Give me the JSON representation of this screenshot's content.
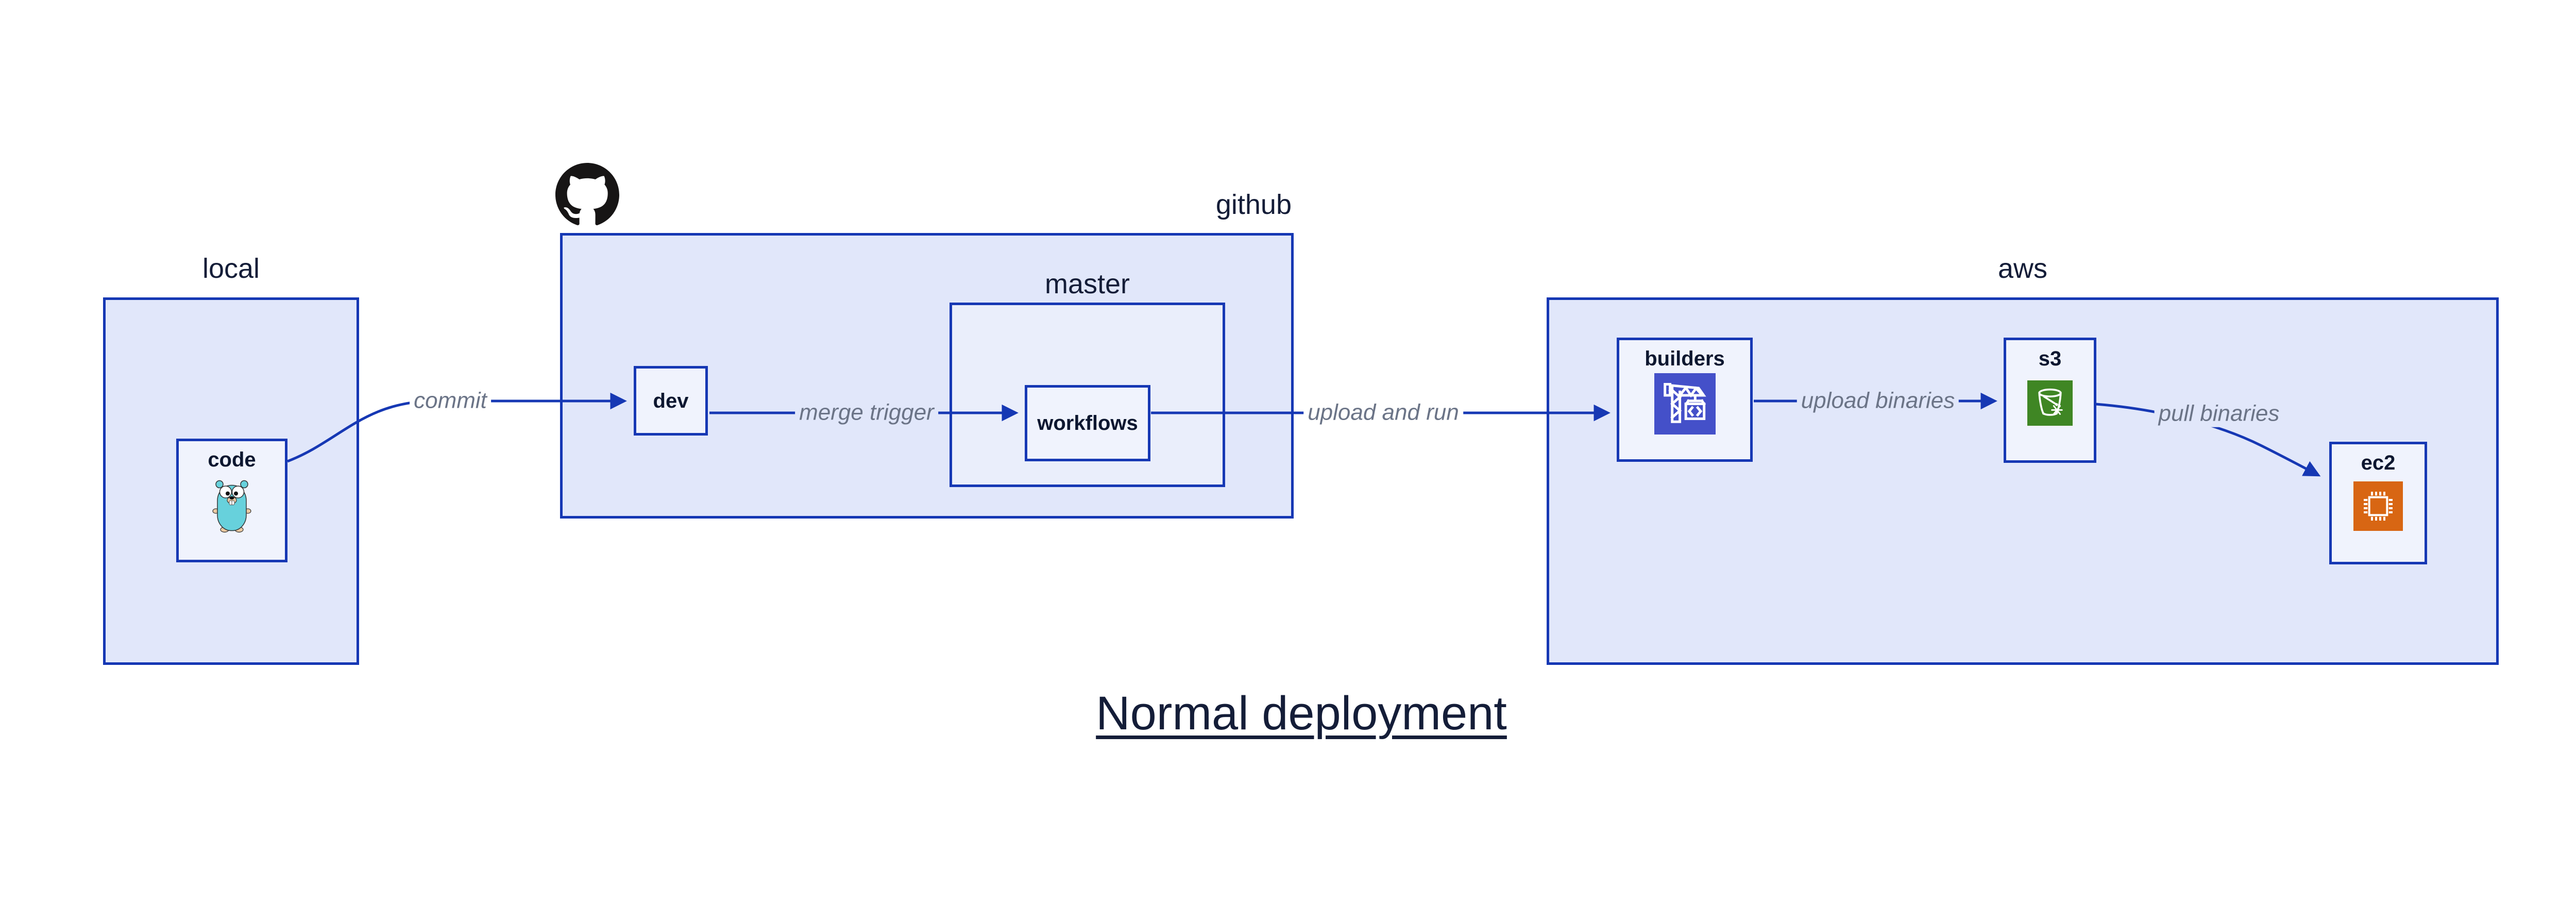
{
  "title": {
    "text": "Normal deployment"
  },
  "groups": {
    "local": {
      "label": "local",
      "nodes": {
        "code": {
          "label": "code",
          "icon": "go-gopher-mascot"
        }
      }
    },
    "github": {
      "label": "github",
      "logo_icon": "github-octocat",
      "nodes": {
        "dev": {
          "label": "dev"
        }
      },
      "subgroups": {
        "master": {
          "label": "master",
          "nodes": {
            "workflows": {
              "label": "workflows"
            }
          }
        }
      }
    },
    "aws": {
      "label": "aws",
      "nodes": {
        "builders": {
          "label": "builders",
          "icon": "codebuild-crane"
        },
        "s3": {
          "label": "s3",
          "icon": "s3-bucket-snowflake"
        },
        "ec2": {
          "label": "ec2",
          "icon": "ec2-chip"
        }
      }
    }
  },
  "edges": [
    {
      "from": "code",
      "to": "dev",
      "label": "commit"
    },
    {
      "from": "dev",
      "to": "workflows",
      "label": "merge trigger"
    },
    {
      "from": "workflows",
      "to": "builders",
      "label": "upload and run"
    },
    {
      "from": "builders",
      "to": "s3",
      "label": "upload binaries"
    },
    {
      "from": "s3",
      "to": "ec2",
      "label": "pull binaries"
    }
  ],
  "colors": {
    "page_bg": "#ffffff",
    "accent_blue": "#1638b4",
    "group_fill": "#e1e7fa",
    "subgroup_fill": "#eaeefb",
    "node_fill": "#f0f3fd",
    "navy_text": "#141d38",
    "node_text": "#0d1730",
    "edge_label_gray": "#6b7487",
    "octocat_black": "#171515",
    "builders_bg": "#4450c9",
    "s3_bg": "#3f8624",
    "ec2_bg": "#d86613",
    "gopher_teal": "#67d1dc",
    "gopher_tan": "#eac9a2"
  }
}
